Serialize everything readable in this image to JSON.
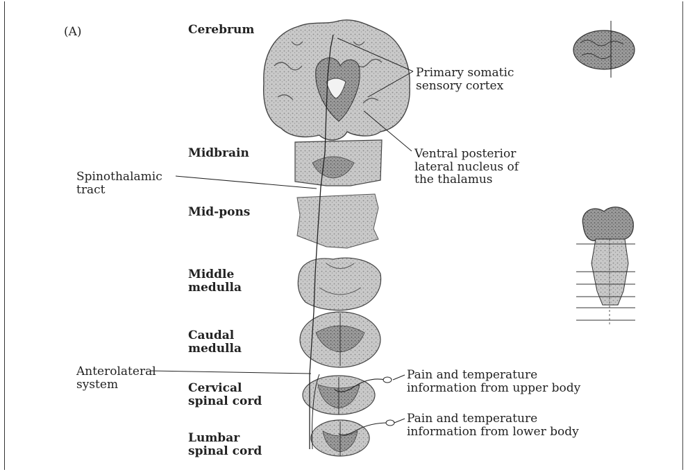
{
  "figure": {
    "panel_label": "(A)",
    "levels": [
      "Cerebrum",
      "Midbrain",
      "Mid-pons",
      "Middle\nmedulla",
      "Caudal\nmedulla",
      "Cervical\nspinal cord",
      "Lumbar\nspinal cord"
    ],
    "annotations": {
      "primary_cortex": "Primary somatic\nsensory cortex",
      "vpl": "Ventral posterior\nlateral nucleus of\nthe thalamus",
      "spinothalamic": "Spinothalamic\ntract",
      "anterolateral": "Anterolateral\nsystem",
      "upper_body": "Pain and temperature\ninformation from upper body",
      "lower_body": "Pain and temperature\ninformation from lower body"
    }
  }
}
